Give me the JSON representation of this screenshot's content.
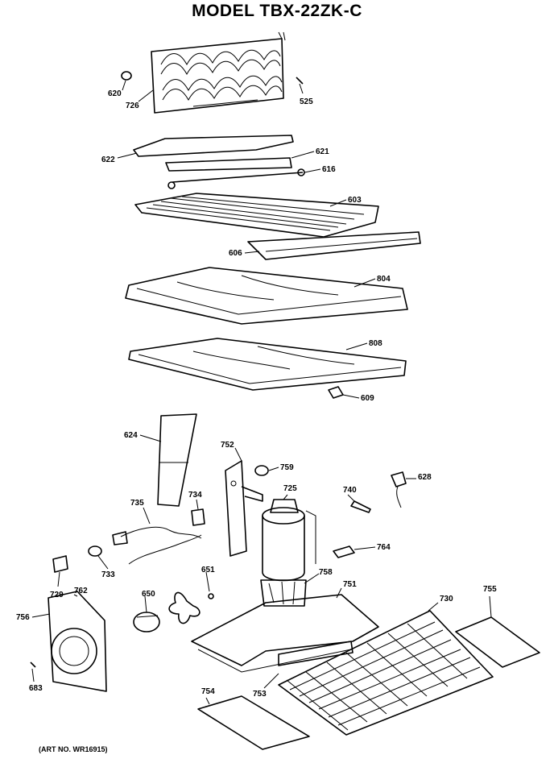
{
  "title": "MODEL TBX-22ZK-C",
  "art_no": "(ART NO. WR16915)",
  "callouts": [
    {
      "id": "620",
      "label": "620"
    },
    {
      "id": "726",
      "label": "726"
    },
    {
      "id": "525",
      "label": "525"
    },
    {
      "id": "622",
      "label": "622"
    },
    {
      "id": "621",
      "label": "621"
    },
    {
      "id": "616",
      "label": "616"
    },
    {
      "id": "603",
      "label": "603"
    },
    {
      "id": "606",
      "label": "606"
    },
    {
      "id": "804",
      "label": "804"
    },
    {
      "id": "808",
      "label": "808"
    },
    {
      "id": "609",
      "label": "609"
    },
    {
      "id": "624",
      "label": "624"
    },
    {
      "id": "752",
      "label": "752"
    },
    {
      "id": "759",
      "label": "759"
    },
    {
      "id": "628",
      "label": "628"
    },
    {
      "id": "725",
      "label": "725"
    },
    {
      "id": "740",
      "label": "740"
    },
    {
      "id": "735",
      "label": "735"
    },
    {
      "id": "734",
      "label": "734"
    },
    {
      "id": "764",
      "label": "764"
    },
    {
      "id": "733",
      "label": "733"
    },
    {
      "id": "651",
      "label": "651"
    },
    {
      "id": "758",
      "label": "758"
    },
    {
      "id": "751",
      "label": "751"
    },
    {
      "id": "729",
      "label": "729"
    },
    {
      "id": "762",
      "label": "762"
    },
    {
      "id": "650",
      "label": "650"
    },
    {
      "id": "730",
      "label": "730"
    },
    {
      "id": "755",
      "label": "755"
    },
    {
      "id": "756",
      "label": "756"
    },
    {
      "id": "683",
      "label": "683"
    },
    {
      "id": "754",
      "label": "754"
    },
    {
      "id": "753",
      "label": "753"
    }
  ]
}
